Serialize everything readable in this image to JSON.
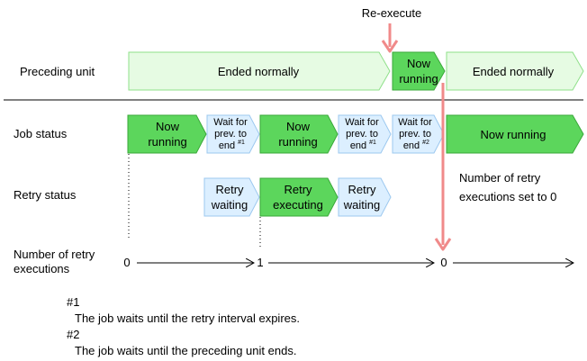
{
  "annotation": {
    "re_execute": "Re-execute"
  },
  "rows": {
    "preceding_unit": "Preceding unit",
    "job_status": "Job status",
    "retry_status": "Retry status",
    "retry_count_line1": "Number of retry",
    "retry_count_line2": "executions"
  },
  "preceding_unit": {
    "ended_normally_1": "Ended normally",
    "now_running_l1": "Now",
    "now_running_l2": "running",
    "ended_normally_2": "Ended normally"
  },
  "job_status": {
    "now_running_l1": "Now",
    "now_running_l2": "running",
    "wait1_l1": "Wait for",
    "wait1_l2": "prev. to",
    "wait1_l3": "end",
    "wait1_note": "#1",
    "now_running2_l1": "Now",
    "now_running2_l2": "running",
    "wait2_l1": "Wait for",
    "wait2_l2": "prev. to",
    "wait2_l3": "end",
    "wait2_note": "#1",
    "wait3_l1": "Wait for",
    "wait3_l2": "prev. to",
    "wait3_l3": "end",
    "wait3_note": "#2",
    "now_running3": "Now running"
  },
  "retry_status": {
    "retry_waiting1_l1": "Retry",
    "retry_waiting1_l2": "waiting",
    "retry_executing_l1": "Retry",
    "retry_executing_l2": "executing",
    "retry_waiting2_l1": "Retry",
    "retry_waiting2_l2": "waiting",
    "reset_note_l1": "Number of retry",
    "reset_note_l2": "executions set to 0"
  },
  "retry_count": {
    "v0": "0",
    "v1": "1",
    "v2": "0"
  },
  "notes": {
    "n1_label": "#1",
    "n1_text": "The job waits until the retry interval expires.",
    "n2_label": "#2",
    "n2_text": "The job waits until the preceding unit ends."
  },
  "colors": {
    "running_fill": "#5cd65c",
    "running_stroke": "#3aa83a",
    "waiting_fill": "#dcefff",
    "waiting_stroke": "#9cc8ef",
    "ended_fill": "#e6fbe3",
    "ended_stroke": "#8fe08a",
    "reexecute_arrow": "#f08a8a"
  }
}
